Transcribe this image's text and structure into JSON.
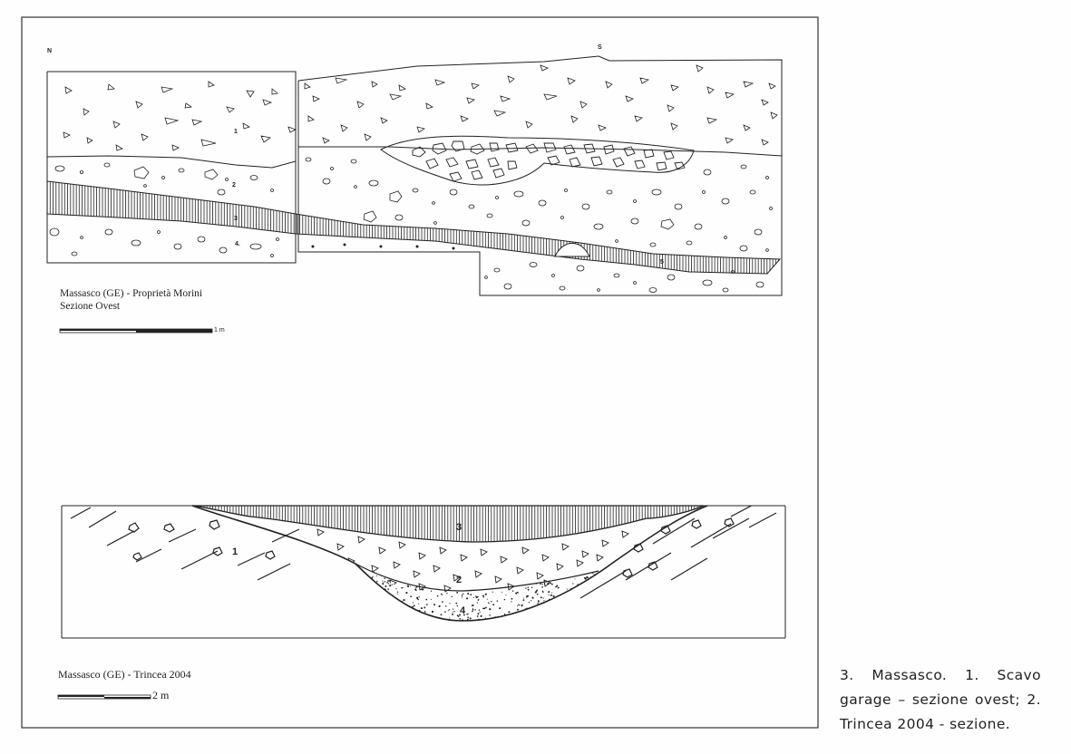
{
  "figure1": {
    "north_label": "N",
    "south_label": "S",
    "title_line1": "Massasco (GE) - Proprietà Morini",
    "title_line2": "Sezione Ovest",
    "scale_label": "1 m",
    "layers": [
      "1",
      "2",
      "3",
      "4.",
      "5"
    ]
  },
  "figure2": {
    "title": "Massasco (GE) - Trincea 2004",
    "scale_label": "2 m",
    "layers": [
      "1",
      "2",
      "3",
      "4"
    ]
  },
  "caption": "3. Massasco. 1. Scavo garage – sezione ovest; 2. Trincea 2004 - sezione."
}
